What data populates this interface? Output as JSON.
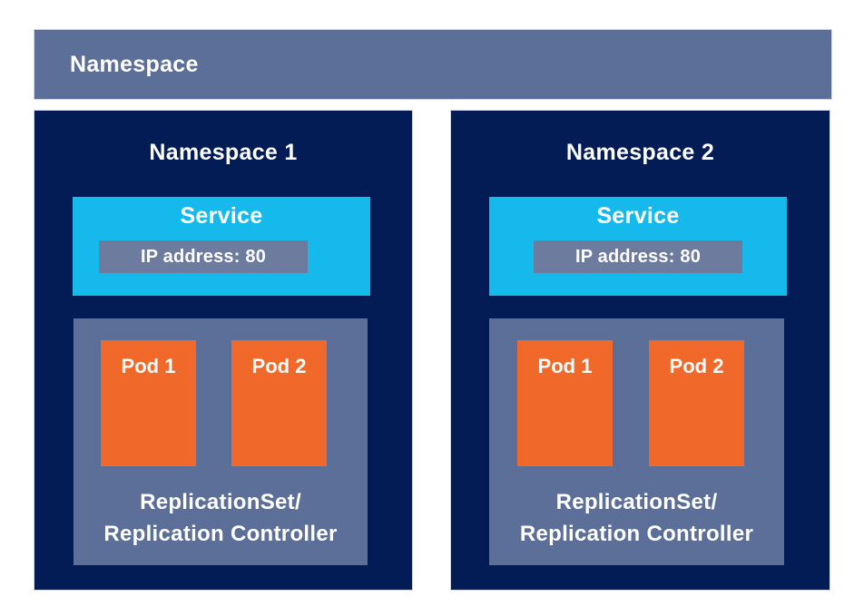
{
  "banner": {
    "label": "Namespace"
  },
  "namespaces": [
    {
      "title": "Namespace 1",
      "service": {
        "label": "Service",
        "ip_label": "IP address: 80"
      },
      "pods": [
        {
          "label": "Pod 1"
        },
        {
          "label": "Pod 2"
        }
      ],
      "controller": {
        "line1": "ReplicationSet/",
        "line2": "Replication Controller"
      }
    },
    {
      "title": "Namespace 2",
      "service": {
        "label": "Service",
        "ip_label": "IP address: 80"
      },
      "pods": [
        {
          "label": "Pod 1"
        },
        {
          "label": "Pod 2"
        }
      ],
      "controller": {
        "line1": "ReplicationSet/",
        "line2": "Replication Controller"
      }
    }
  ],
  "colors": {
    "navy": "#031c55",
    "slate": "#5b6f99",
    "slate_light": "#6c7b9e",
    "cyan": "#16b9ec",
    "orange": "#f1692a",
    "text": "#ffffff"
  }
}
